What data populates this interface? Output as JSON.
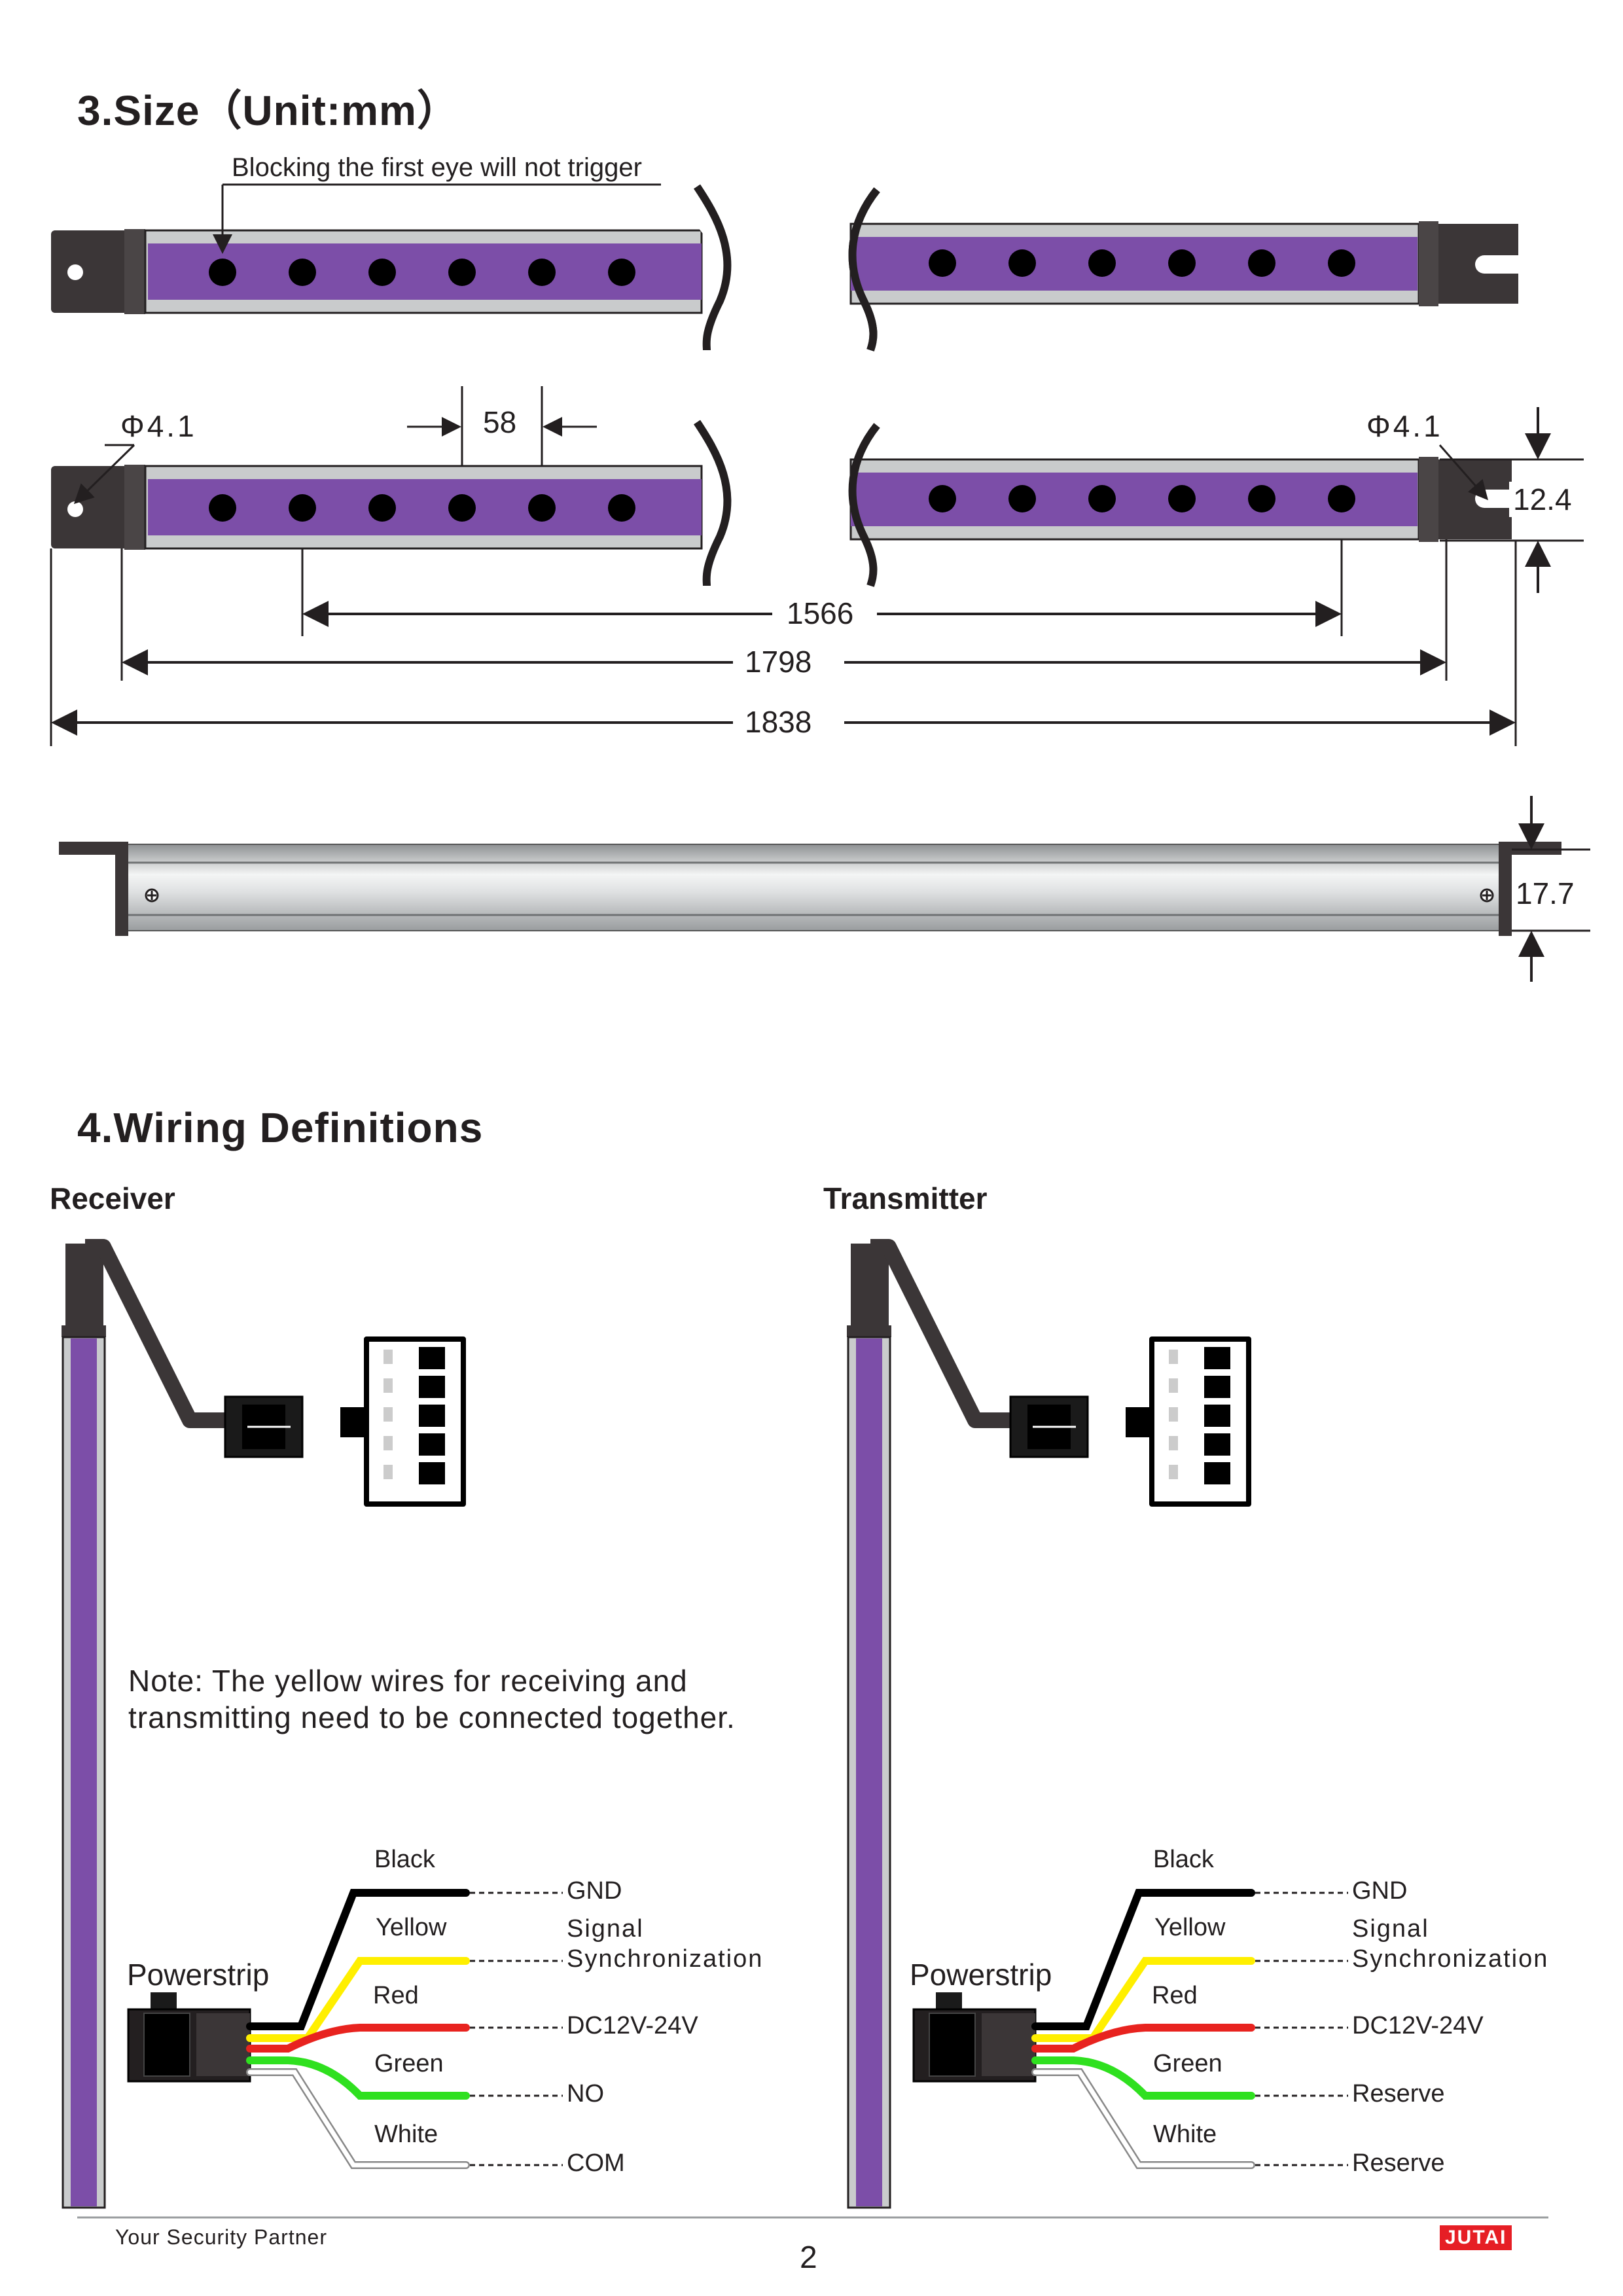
{
  "section3": {
    "title": "3.Size（Unit:mm）",
    "callout": "Blocking the first eye will not trigger",
    "dims": {
      "hole_left": "Φ4.1",
      "hole_right": "Φ4.1",
      "spacing": "58",
      "height": "12.4",
      "span1": "1566",
      "span2": "1798",
      "span3": "1838",
      "profile_height": "17.7"
    }
  },
  "section4": {
    "title": "4.Wiring Definitions",
    "receiver": {
      "heading": "Receiver",
      "powerstrip": "Powerstrip",
      "wires": [
        {
          "color_name": "Black",
          "function": "GND",
          "hex": "#000000"
        },
        {
          "color_name": "Yellow",
          "function": "Signal\nSynchronization",
          "hex": "#ffef00"
        },
        {
          "color_name": "Red",
          "function": "DC12V-24V",
          "hex": "#e8231f"
        },
        {
          "color_name": "Green",
          "function": "NO",
          "hex": "#2fe01f"
        },
        {
          "color_name": "White",
          "function": "COM",
          "hex": "#ffffff"
        }
      ]
    },
    "transmitter": {
      "heading": "Transmitter",
      "powerstrip": "Powerstrip",
      "wires": [
        {
          "color_name": "Black",
          "function": "GND",
          "hex": "#000000"
        },
        {
          "color_name": "Yellow",
          "function": "Signal\nSynchronization",
          "hex": "#ffef00"
        },
        {
          "color_name": "Red",
          "function": "DC12V-24V",
          "hex": "#e8231f"
        },
        {
          "color_name": "Green",
          "function": "Reserve",
          "hex": "#2fe01f"
        },
        {
          "color_name": "White",
          "function": "Reserve",
          "hex": "#ffffff"
        }
      ]
    },
    "note_line1": "Note: The yellow wires for receiving and",
    "note_line2": "transmitting need to be connected together."
  },
  "footer": {
    "tagline": "Your Security Partner",
    "page": "2",
    "brand": "JUTAI"
  },
  "colors": {
    "bar_purple": "#7c4ea8",
    "frame_grey": "#c9cbcc",
    "bracket_dark": "#3b3637",
    "text_dark": "#231f20"
  }
}
